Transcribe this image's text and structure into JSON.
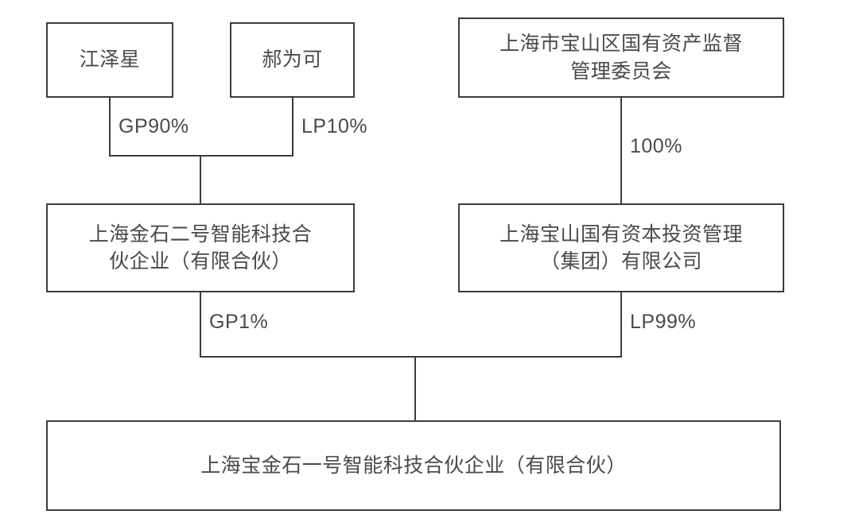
{
  "diagram": {
    "type": "ownership-structure-tree",
    "nodes": [
      {
        "id": "jiang-zexing",
        "label": "江泽星",
        "role": "natural-person",
        "tier": "top"
      },
      {
        "id": "hao-weike",
        "label": "郝为可",
        "role": "natural-person",
        "tier": "top"
      },
      {
        "id": "sasac",
        "label": "上海市宝山区国有资产监督\n管理委员会",
        "role": "government-body",
        "tier": "top"
      },
      {
        "id": "jinshi-no2",
        "label": "上海金石二号智能科技合\n伙企业（有限合伙）",
        "role": "limited-partnership",
        "tier": "middle"
      },
      {
        "id": "baoshan-capital",
        "label": "上海宝山国有资本投资管理\n（集团）有限公司",
        "role": "company",
        "tier": "middle"
      },
      {
        "id": "baojinshi-no1",
        "label": "上海宝金石一号智能科技合伙企业（有限合伙）",
        "role": "limited-partnership",
        "tier": "bottom"
      }
    ],
    "edges": [
      {
        "id": "gp90",
        "from": "jiang-zexing",
        "to": "jinshi-no2",
        "label": "GP90%",
        "stake": "90%",
        "partner_type": "GP"
      },
      {
        "id": "lp10",
        "from": "hao-weike",
        "to": "jinshi-no2",
        "label": "LP10%",
        "stake": "10%",
        "partner_type": "LP"
      },
      {
        "id": "hundred",
        "from": "sasac",
        "to": "baoshan-capital",
        "label": "100%",
        "stake": "100%",
        "partner_type": ""
      },
      {
        "id": "gp1",
        "from": "jinshi-no2",
        "to": "baojinshi-no1",
        "label": "GP1%",
        "stake": "1%",
        "partner_type": "GP"
      },
      {
        "id": "lp99",
        "from": "baoshan-capital",
        "to": "baojinshi-no1",
        "label": "LP99%",
        "stake": "99%",
        "partner_type": "LP"
      }
    ],
    "colors": {
      "stroke": "#3c3c3c",
      "text": "#4a4a48",
      "background": "#ffffff"
    }
  }
}
